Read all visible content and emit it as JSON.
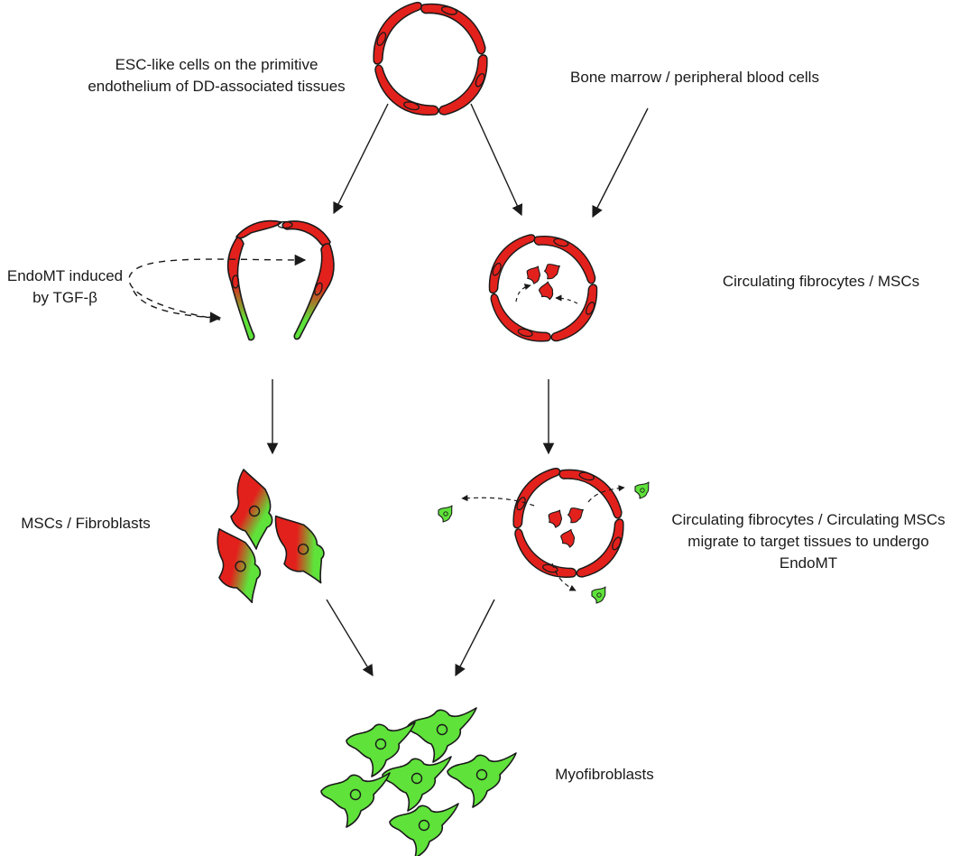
{
  "colors": {
    "endothelium": "#e3211c",
    "mesenchymal": "#5fe23a",
    "outline": "#1a1a1a"
  },
  "labels": {
    "esc_like": [
      "ESC-like cells on the primitive",
      "endothelium of DD-associated tissues"
    ],
    "bone_marrow": [
      "Bone marrow / peripheral blood cells"
    ],
    "endomt_tgf": [
      "EndoMT induced",
      "by TGF-β"
    ],
    "circulating": [
      "Circulating fibrocytes / MSCs"
    ],
    "mscs_fibro": [
      "MSCs / Fibroblasts"
    ],
    "migrate": [
      "Circulating fibrocytes / Circulating MSCs",
      "migrate to target tissues to undergo",
      "EndoMT"
    ],
    "myofibroblasts": [
      "Myofibroblasts"
    ]
  }
}
